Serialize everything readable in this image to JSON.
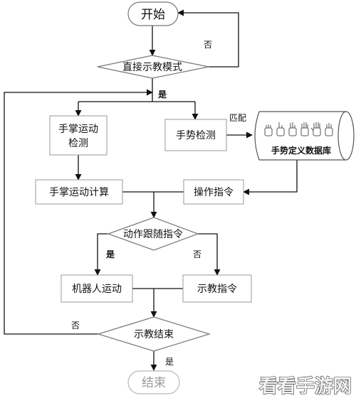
{
  "nodes": {
    "start": "开始",
    "mode_decision": "直接示教模式",
    "palm_detect_l1": "手掌运动",
    "palm_detect_l2": "检测",
    "gesture_detect": "手势检测",
    "gesture_db": "手势定义数据库",
    "palm_calc": "手掌运动计算",
    "op_command": "操作指令",
    "follow_decision": "动作跟随指令",
    "robot_motion": "机器人运动",
    "teach_command": "示教指令",
    "teach_end_decision": "示教结束",
    "end": "结束"
  },
  "edge_labels": {
    "mode_no": "否",
    "mode_yes": "是",
    "match": "匹配",
    "follow_yes": "是",
    "follow_no": "否",
    "end_no": "否",
    "end_yes": "是"
  },
  "watermark": "看看手游网",
  "colors": {
    "line": "#111111",
    "box_border": "#9a9a9a",
    "terminal_end_border": "#b8b8b8",
    "end_text": "#9a9a9a"
  }
}
